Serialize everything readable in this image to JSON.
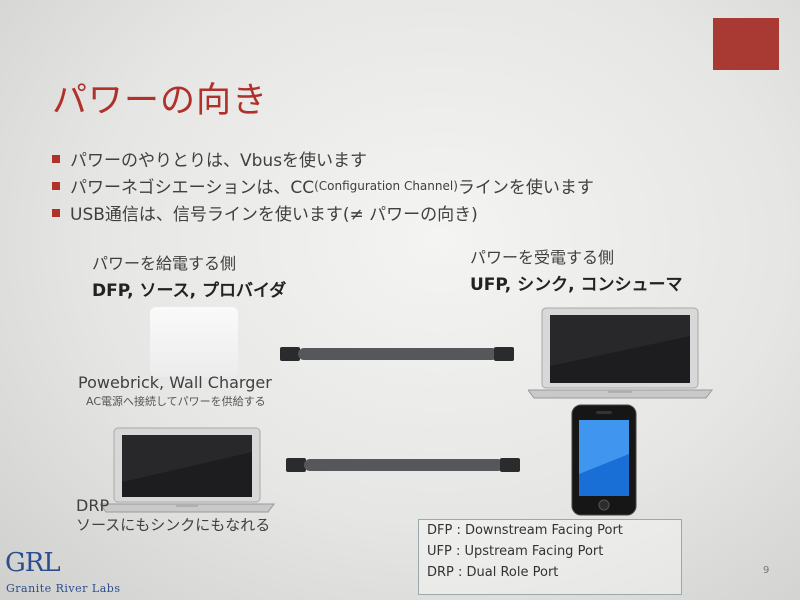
{
  "slide": {
    "title": "パワーの向き",
    "bullets": [
      {
        "pre": "パワーのやりとりは、Vbusを使います",
        "small": "",
        "post": ""
      },
      {
        "pre": "パワーネゴシエーションは、CC",
        "small": "(Configuration Channel)",
        "post": "ラインを使います"
      },
      {
        "pre": "USB通信は、信号ラインを使います(≠ パワーの向き)",
        "small": "",
        "post": ""
      }
    ],
    "supplier": {
      "heading": "パワーを給電する側",
      "roles": "DFP, ソース, プロバイダ"
    },
    "consumer": {
      "heading": "パワーを受電する側",
      "roles": "UFP, シンク, コンシューマ"
    },
    "charger": {
      "name": "Powebrick, Wall Charger",
      "desc": "AC電源へ接続してパワーを供給する"
    },
    "drp": {
      "name": "DRP",
      "desc": "ソースにもシンクにもなれる"
    },
    "definitions": [
      "DFP : Downstream Facing Port",
      "UFP : Upstream Facing Port",
      "DRP : Dual Role Port"
    ],
    "page_number": "9"
  },
  "logo": {
    "mark": "GRL",
    "text": "Granite River Labs"
  },
  "colors": {
    "accent": "#b0302b",
    "logo": "#2b4e8e",
    "cable": "#55575a"
  }
}
